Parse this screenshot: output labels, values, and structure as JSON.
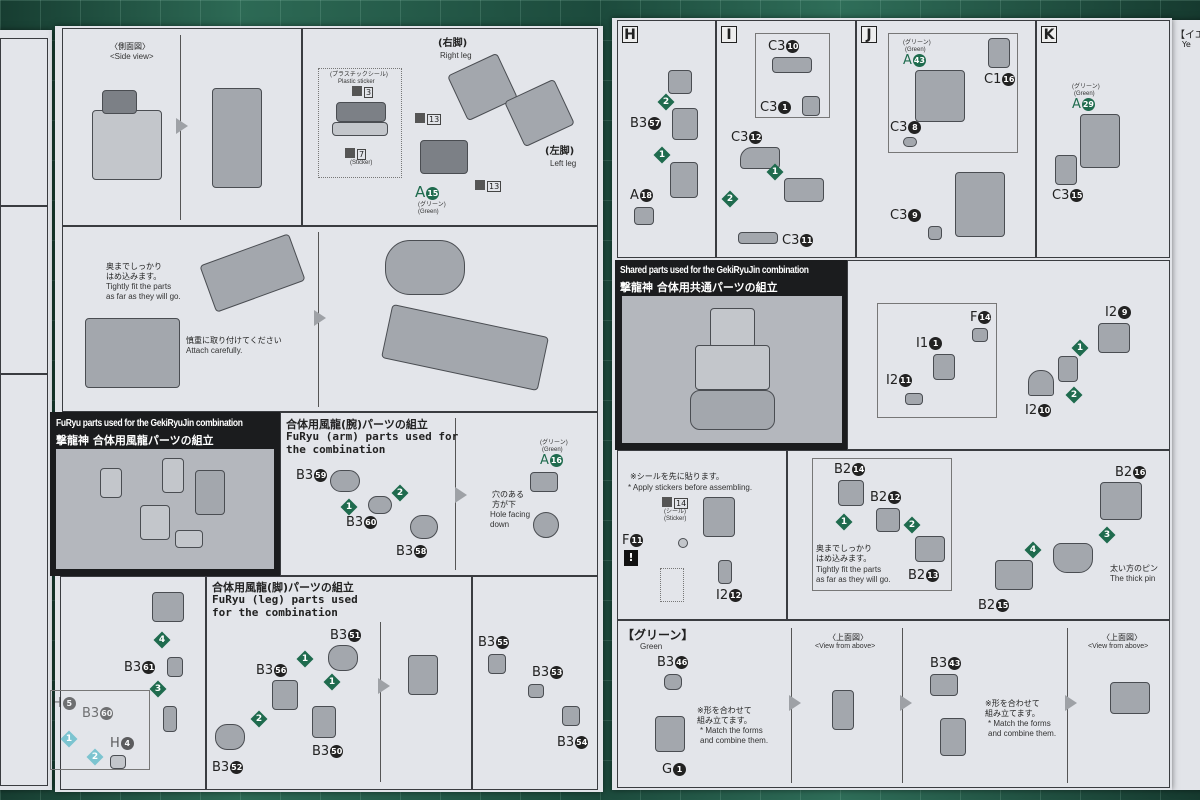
{
  "left_sheet": {
    "side_view": {
      "jp": "〈側面図〉",
      "en": "<Side view>"
    },
    "legs": {
      "right_jp": "(右脚)",
      "right_en": "Right leg",
      "left_jp": "(左脚)",
      "left_en": "Left leg",
      "plastic_sticker_jp": "(プラスチックシール)",
      "plastic_sticker_en": "Plastic sticker",
      "sticker_jp": "(シール)",
      "sticker_en": "(Sticker)",
      "sticker_nums": [
        "3",
        "7",
        "13",
        "13"
      ],
      "part": {
        "r": "A",
        "n": "15"
      },
      "color_jp": "(グリーン)",
      "color_en": "(Green)"
    },
    "attach": {
      "tight_jp": "奥までしっかり",
      "tight_jp2": "はめ込みます。",
      "tight_en": "Tightly fit the parts",
      "tight_en2": "as far as they will go.",
      "careful_jp": "慎重に取り付けてください",
      "careful_en": "Attach carefully."
    },
    "furyu_header": {
      "en": "FuRyu parts used for the GekiRyuJin combination",
      "jp": "撃龍神 合体用風龍パーツの組立"
    },
    "arm": {
      "title_jp": "合体用風龍(腕)パーツの組立",
      "title_en": "FuRyu (arm) parts used for the combination",
      "parts": [
        {
          "r": "B3",
          "n": "59"
        },
        {
          "r": "B3",
          "n": "60"
        },
        {
          "r": "B3",
          "n": "58"
        }
      ],
      "steps": [
        "1",
        "2"
      ],
      "part2": {
        "r": "A",
        "n": "16"
      },
      "color_jp": "(グリーン)",
      "color_en": "(Green)",
      "hole_jp": "穴のある",
      "hole_jp2": "方が下",
      "hole_en": "Hole facing",
      "hole_en2": "down"
    },
    "leg_left": {
      "parts": [
        {
          "r": "B3",
          "n": "61"
        },
        {
          "r": "H",
          "n": "5"
        },
        {
          "r": "B3",
          "n": "60"
        },
        {
          "r": "H",
          "n": "4"
        }
      ],
      "steps": [
        "4",
        "3",
        "1",
        "2"
      ]
    },
    "leg": {
      "title_jp": "合体用風龍(脚)パーツの組立",
      "title_en": "FuRyu (leg) parts used for the combination",
      "parts": [
        {
          "r": "B3",
          "n": "51"
        },
        {
          "r": "B3",
          "n": "56"
        },
        {
          "r": "B3",
          "n": "52"
        },
        {
          "r": "B3",
          "n": "50"
        }
      ],
      "steps": [
        "1",
        "1",
        "2"
      ]
    },
    "leg_right": {
      "parts": [
        {
          "r": "B3",
          "n": "55"
        },
        {
          "r": "B3",
          "n": "53"
        },
        {
          "r": "B3",
          "n": "54"
        }
      ]
    }
  },
  "right_sheet": {
    "H": {
      "label": "H",
      "parts": [
        {
          "r": "B3",
          "n": "57"
        },
        {
          "r": "A",
          "n": "18"
        }
      ],
      "steps": [
        "2",
        "1"
      ]
    },
    "I": {
      "label": "I",
      "parts": [
        {
          "r": "C3",
          "n": "10"
        },
        {
          "r": "C3",
          "n": "1"
        },
        {
          "r": "C3",
          "n": "12"
        },
        {
          "r": "C3",
          "n": "11"
        }
      ],
      "steps": [
        "1",
        "2"
      ]
    },
    "J": {
      "label": "J",
      "color_jp": "(グリーン)",
      "color_en": "(Green)",
      "parts": [
        {
          "r": "A",
          "n": "43"
        },
        {
          "r": "C1",
          "n": "16"
        },
        {
          "r": "C3",
          "n": "8"
        },
        {
          "r": "C3",
          "n": "9"
        }
      ]
    },
    "K": {
      "label": "K",
      "color_jp": "(グリーン)",
      "color_en": "(Green)",
      "parts": [
        {
          "r": "A",
          "n": "29"
        },
        {
          "r": "C3",
          "n": "15"
        }
      ]
    },
    "shared_header": {
      "en": "Shared parts used for the GekiRyuJin combination",
      "jp": "撃龍神 合体用共通パーツの組立"
    },
    "shared": {
      "parts": [
        {
          "r": "F",
          "n": "14"
        },
        {
          "r": "I1",
          "n": "1"
        },
        {
          "r": "I2",
          "n": "11"
        },
        {
          "r": "I2",
          "n": "9"
        },
        {
          "r": "I2",
          "n": "10"
        }
      ],
      "steps": [
        "1",
        "2"
      ]
    },
    "sticker": {
      "note_jp": "※シールを先に貼ります。",
      "note_en": "* Apply stickers before assembling.",
      "sticker_num": "14",
      "sticker_jp": "(シール)",
      "sticker_en": "(Sticker)",
      "warn": "!",
      "parts": [
        {
          "r": "F",
          "n": "11"
        },
        {
          "r": "I2",
          "n": "12"
        }
      ]
    },
    "b2": {
      "parts": [
        {
          "r": "B2",
          "n": "14"
        },
        {
          "r": "B2",
          "n": "12"
        },
        {
          "r": "B2",
          "n": "13"
        },
        {
          "r": "B2",
          "n": "16"
        },
        {
          "r": "B2",
          "n": "15"
        }
      ],
      "steps": [
        "1",
        "2",
        "3",
        "4"
      ],
      "tight_jp": "奥までしっかり",
      "tight_jp2": "はめ込みます。",
      "tight_en": "Tightly fit the parts",
      "tight_en2": "as far as they will go.",
      "thick_jp": "太い方のピン",
      "thick_en": "The thick pin"
    },
    "green": {
      "title_jp": "【グリーン】",
      "title_en": "Green",
      "parts": [
        {
          "r": "B3",
          "n": "46"
        },
        {
          "r": "G",
          "n": "1"
        },
        {
          "r": "B3",
          "n": "43"
        }
      ],
      "match_jp": "※形を合わせて",
      "match_jp2": "組み立てます。",
      "match_en": "* Match the forms",
      "match_en2": "and combine them.",
      "view_jp": "〈上面図〉",
      "view_en": "<View from above>"
    }
  },
  "edge_page": {
    "title_jp": "【イエ",
    "title_en": "Ye"
  }
}
